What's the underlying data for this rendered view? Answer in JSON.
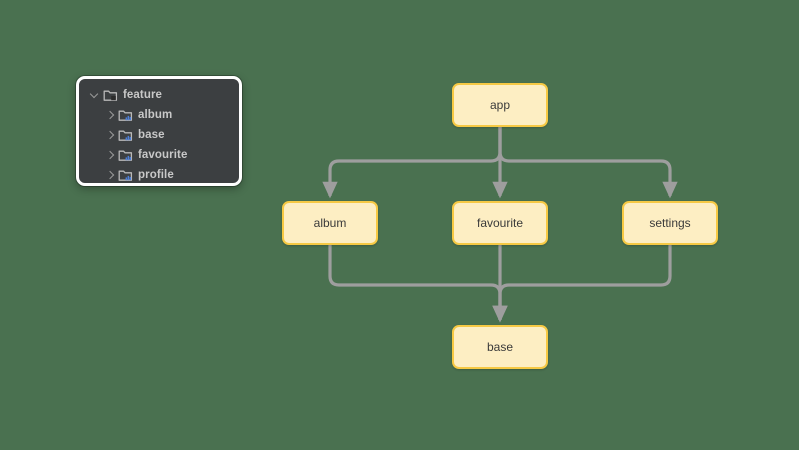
{
  "background_color": "#4a7150",
  "tree_panel": {
    "name": "project-tree",
    "background_color": "#3c3f41",
    "border_color": "#ffffff",
    "text_color": "#c8c8c8",
    "rows": [
      {
        "label": "feature",
        "depth": 0,
        "expanded": true,
        "chevron": "chevron-down-icon",
        "icon": "folder-open-icon",
        "icon_badge": "dark-square"
      },
      {
        "label": "album",
        "depth": 1,
        "expanded": false,
        "chevron": "chevron-right-icon",
        "icon": "folder-module-icon",
        "icon_badge": "blue-bars"
      },
      {
        "label": "base",
        "depth": 1,
        "expanded": false,
        "chevron": "chevron-right-icon",
        "icon": "folder-module-icon",
        "icon_badge": "blue-bars"
      },
      {
        "label": "favourite",
        "depth": 1,
        "expanded": false,
        "chevron": "chevron-right-icon",
        "icon": "folder-module-icon",
        "icon_badge": "blue-bars"
      },
      {
        "label": "profile",
        "depth": 1,
        "expanded": false,
        "chevron": "chevron-right-icon",
        "icon": "folder-module-icon",
        "icon_badge": "blue-bars"
      }
    ]
  },
  "graph": {
    "name": "module-dependency-graph",
    "node_fill": "#fdeec3",
    "node_border": "#f6c944",
    "node_text_color": "#3a3a3a",
    "edge_color": "#9e9e9e",
    "nodes": [
      {
        "id": "app",
        "label": "app"
      },
      {
        "id": "album",
        "label": "album"
      },
      {
        "id": "favourite",
        "label": "favourite"
      },
      {
        "id": "settings",
        "label": "settings"
      },
      {
        "id": "base",
        "label": "base"
      }
    ],
    "edges": [
      {
        "from": "app",
        "to": "album"
      },
      {
        "from": "app",
        "to": "favourite"
      },
      {
        "from": "app",
        "to": "settings"
      },
      {
        "from": "album",
        "to": "base"
      },
      {
        "from": "favourite",
        "to": "base"
      },
      {
        "from": "settings",
        "to": "base"
      }
    ]
  }
}
